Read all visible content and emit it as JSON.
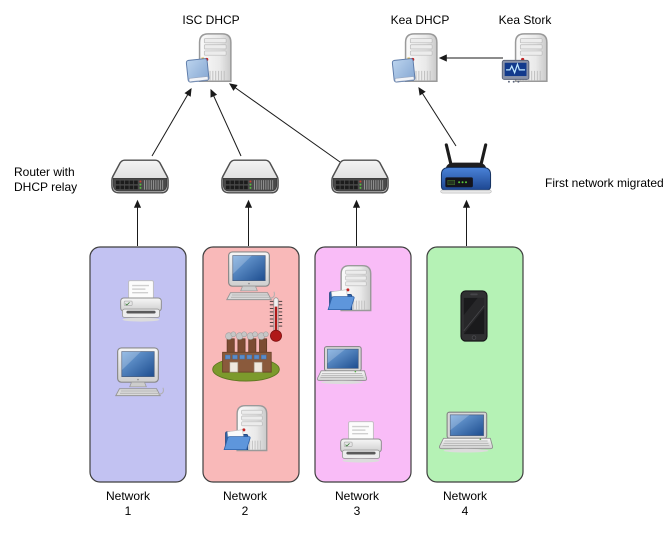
{
  "servers": [
    {
      "label": "ISC DHCP"
    },
    {
      "label": "Kea DHCP"
    },
    {
      "label": "Kea Stork"
    }
  ],
  "annotations": {
    "router_relay_line1": "Router with",
    "router_relay_line2": "DHCP relay",
    "first_network_migrated": "First network migrated"
  },
  "networks": [
    {
      "name": "Network",
      "number": "1",
      "color": "#c2c2f2",
      "devices": [
        "printer",
        "desktop computer"
      ]
    },
    {
      "name": "Network",
      "number": "2",
      "color": "#f9b9b9",
      "devices": [
        "desktop computer",
        "thermometer",
        "factory",
        "file server"
      ]
    },
    {
      "name": "Network",
      "number": "3",
      "color": "#f9bcf7",
      "devices": [
        "file server",
        "laptop",
        "printer"
      ]
    },
    {
      "name": "Network",
      "number": "4",
      "color": "#b5f2b5",
      "devices": [
        "smartphone",
        "laptop"
      ]
    }
  ],
  "infrastructure": {
    "switch_count": 3,
    "wireless_router_count": 1,
    "arrow_color": "#1a1a1a"
  },
  "connections": [
    {
      "from": "Network 1",
      "to": "Switch 1"
    },
    {
      "from": "Network 2",
      "to": "Switch 2"
    },
    {
      "from": "Network 3",
      "to": "Switch 3"
    },
    {
      "from": "Network 4",
      "to": "Wireless router"
    },
    {
      "from": "Switch 1",
      "to": "ISC DHCP"
    },
    {
      "from": "Switch 2",
      "to": "ISC DHCP"
    },
    {
      "from": "Switch 3",
      "to": "ISC DHCP"
    },
    {
      "from": "Wireless router",
      "to": "Kea DHCP"
    },
    {
      "from": "Kea Stork",
      "to": "Kea DHCP"
    }
  ]
}
